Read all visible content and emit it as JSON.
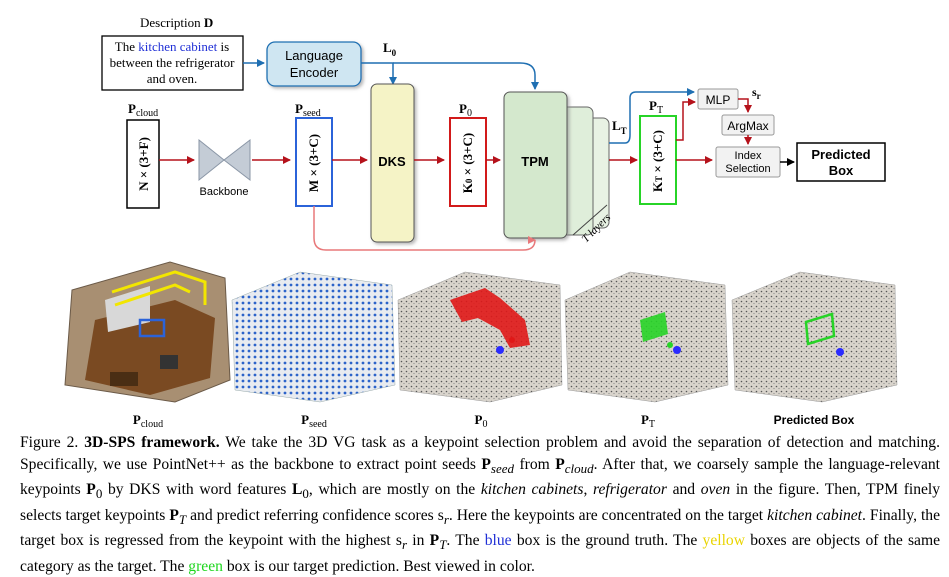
{
  "diagram": {
    "description_title": "Description",
    "description_symbol": "D",
    "description_text_pre": "The",
    "description_highlight": "kitchen cabinet",
    "description_text_post": "is between the refrigerator and oven.",
    "language_encoder": "Language Encoder",
    "L0": "L",
    "L0_sub": "0",
    "dks": "DKS",
    "tpm": "TPM",
    "backbone": "Backbone",
    "p_cloud": "P",
    "p_cloud_sub": "cloud",
    "p_seed": "P",
    "p_seed_sub": "seed",
    "p0": "P",
    "p0_sub": "0",
    "pT": "P",
    "pT_sub": "T",
    "LT": "L",
    "LT_sub": "T",
    "n_dim": "N × (3+F)",
    "m_dim": "M × (3+C)",
    "k0_dim": "K",
    "k0_sub": "0",
    "k0_rest": "× (3+C)",
    "kT_dim": "K",
    "kT_sub": "T",
    "kT_rest": "× (3+C)",
    "t_layers": "T layers",
    "mlp": "MLP",
    "sr": "s",
    "sr_sub": "r",
    "argmax": "ArgMax",
    "index_selection": "Index Selection",
    "predicted_box": "Predicted Box",
    "colors": {
      "red_arrow": "#b5121b",
      "blue_arrow": "#1f6fb2",
      "pink_arrow": "#e8787a",
      "dks_fill": "#f5f3c6",
      "tpm_fill": "#d4e8cd",
      "lang_fill": "#cfe6f2",
      "blue_box": "#2b63d9",
      "red_box": "#d21a1a",
      "green_box": "#27d427"
    }
  },
  "panels": [
    {
      "label": "P",
      "sub": "cloud"
    },
    {
      "label": "P",
      "sub": "seed"
    },
    {
      "label": "P",
      "sub": "0"
    },
    {
      "label": "P",
      "sub": "T"
    },
    {
      "label": "Predicted Box",
      "sub": ""
    }
  ],
  "caption": {
    "fig": "Figure 2.",
    "title": "3D-SPS framework.",
    "s1": "We take the 3D VG task as a keypoint selection problem and avoid the separation of detection and matching. Specifically, we use PointNet++ as the backbone to extract point seeds",
    "s2": "from",
    "s3": ". After that, we coarsely sample the language-relevant keypoints",
    "s4": "by DKS with word features",
    "s5": ", which are mostly on the",
    "s6": "kitchen cabinets",
    "s7": "refrigerator",
    "s8": "and",
    "s9": "oven",
    "s10": "in the figure. Then, TPM finely selects target keypoints",
    "s11": "and predict referring confidence scores",
    "s12": ". Here the keypoints are concentrated on the target",
    "s13": "kitchen cabinet",
    "s14": ". Finally, the target box is regressed from the keypoint with the highest",
    "s15": "in",
    "s16": ". The",
    "s17": "blue",
    "s18": "box is the ground truth. The",
    "s19": "yellow",
    "s20": "boxes are objects of the same category as the target. The",
    "s21": "green",
    "s22": "box is our target prediction. Best viewed in color.",
    "P_seed": "P",
    "P_seed_sub": "seed",
    "P_cloud": "P",
    "P_cloud_sub": "cloud",
    "P_0": "P",
    "P_0_sub": "0",
    "L_0": "L",
    "L_0_sub": "0",
    "P_T": "P",
    "P_T_sub": "T",
    "s_r": "s",
    "s_r_sub": "r"
  }
}
